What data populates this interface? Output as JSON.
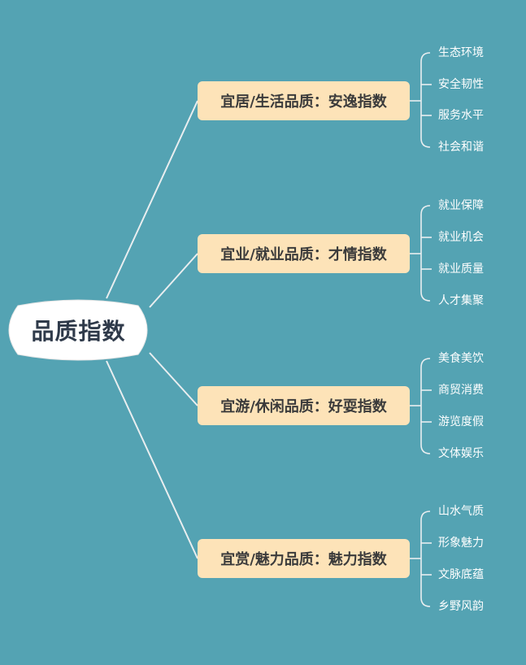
{
  "colors": {
    "background": "#54a3b3",
    "root_fill": "#ffffff",
    "root_text": "#2f3a4a",
    "branch_fill": "#fde3b8",
    "branch_text": "#3b3b3b",
    "leaf_text": "#ffffff",
    "connector": "#e9eef0"
  },
  "root": {
    "label": "品质指数"
  },
  "branches": [
    {
      "label": "宜居/生活品质：安逸指数",
      "leaves": [
        "生态环境",
        "安全韧性",
        "服务水平",
        "社会和谐"
      ]
    },
    {
      "label": "宜业/就业品质：才情指数",
      "leaves": [
        "就业保障",
        "就业机会",
        "就业质量",
        "人才集聚"
      ]
    },
    {
      "label": "宜游/休闲品质：好耍指数",
      "leaves": [
        "美食美饮",
        "商贸消费",
        "游览度假",
        "文体娱乐"
      ]
    },
    {
      "label": "宜赏/魅力品质：魅力指数",
      "leaves": [
        "山水气质",
        "形象魅力",
        "文脉底蕴",
        "乡野风韵"
      ]
    }
  ]
}
